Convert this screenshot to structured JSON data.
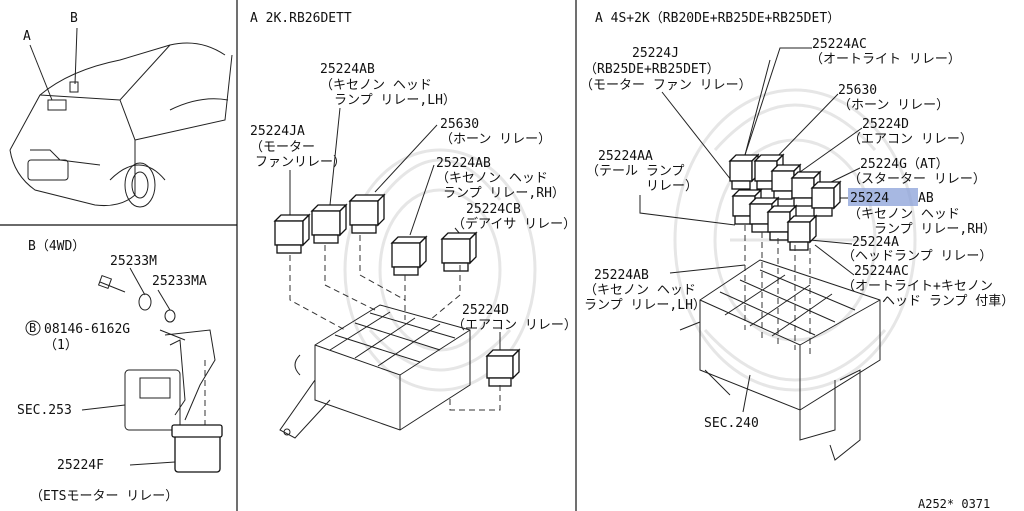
{
  "headers": {
    "a_rb26": "A 2K.RB26DETT",
    "a_4s2k": "A 4S+2K（RB20DE+RB25DE+RB25DET）",
    "b_4wd": "B（4WD）"
  },
  "car_markers": {
    "a": "A",
    "b": "B"
  },
  "rb26_labels": {
    "p25224AB_num": "25224AB",
    "p25224AB_l1": "（キセノン ヘッド",
    "p25224AB_l2": "ランプ リレー,LH）",
    "p25224JA_num": "25224JA",
    "p25224JA_l1": "（モーター",
    "p25224JA_l2": "ファンリレー）",
    "p25630_num": "25630",
    "p25630_l1": "（ホーン リレー）",
    "p25224ABr_num": "25224AB",
    "p25224ABr_l1": "（キセノン ヘッド",
    "p25224ABr_l2": "ランプ リレー,RH）",
    "p25224CB_num": "25224CB",
    "p25224CB_l1": "（デアイサ リレー）",
    "p25224D_num": "25224D",
    "p25224D_l1": "（エアコン リレー）"
  },
  "b_labels": {
    "p25233M": "25233M",
    "p25233MA": "25233MA",
    "bolt_circle": "B",
    "bolt_num": "08146-6162G",
    "bolt_qty": "（1）",
    "sec253": "SEC.253",
    "p25224F": "25224F",
    "ets": "（ETSモーター リレー）"
  },
  "s4_labels": {
    "p25224J_num": "25224J",
    "p25224J_l1": "（RB25DE+RB25DET）",
    "p25224J_l2": "（モーター ファン リレー）",
    "p25224AC_num": "25224AC",
    "p25224AC_l1": "（オートライト リレー）",
    "p25630_num": "25630",
    "p25630_l1": "（ホーン リレー）",
    "p25224D_num": "25224D",
    "p25224D_l1": "（エアコン リレー）",
    "p25224AA_num": "25224AA",
    "p25224AA_l1": "（テール ランプ",
    "p25224AA_l2": "リレー）",
    "p25224GAT_num": "25224G（AT）",
    "p25224GAT_l1": "（スターター リレー）",
    "p25224AB_hl": "25224",
    "p25224AB_rest": "AB",
    "p25224AB_l1": "（キセノン ヘッド",
    "p25224AB_l2": "ランプ リレー,RH）",
    "p25224A_num": "25224A",
    "p25224A_l1": "（ヘッドランプ リレー）",
    "p25224ACb_num": "25224AC",
    "p25224ACb_l1": "（オートライト+キセノン",
    "p25224ACb_l2": "ヘッド ランプ 付車）",
    "p25224ABlh_num": "25224AB",
    "p25224ABlh_l1": "（キセノン ヘッド",
    "p25224ABlh_l2": "ランプ リレー,LH）",
    "sec240": "SEC.240"
  },
  "footer": {
    "code": "A252* 0371"
  },
  "colors": {
    "highlight": "#8aa0d8",
    "line": "#222222",
    "background": "#ffffff"
  }
}
